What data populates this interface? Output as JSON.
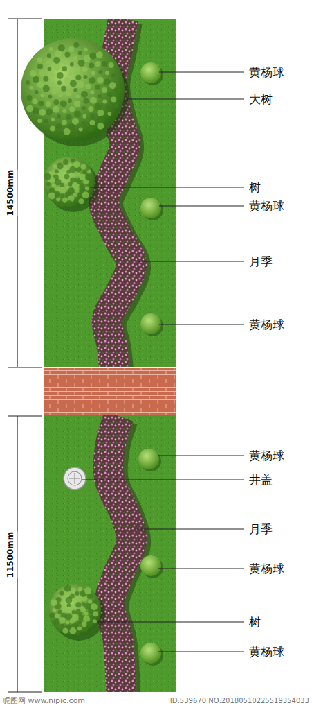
{
  "diagram": {
    "labels": [
      "14500mm",
      "黄杨球",
      "大树",
      "树",
      "黄杨球",
      "月季",
      "黄杨球",
      "11500mm",
      "黄杨球",
      "井盖",
      "月季",
      "黄杨球",
      "树",
      "黄杨球",
      "昵图网 www.nipic.com",
      "ID:539670 NO:20180510225519354033"
    ]
  }
}
